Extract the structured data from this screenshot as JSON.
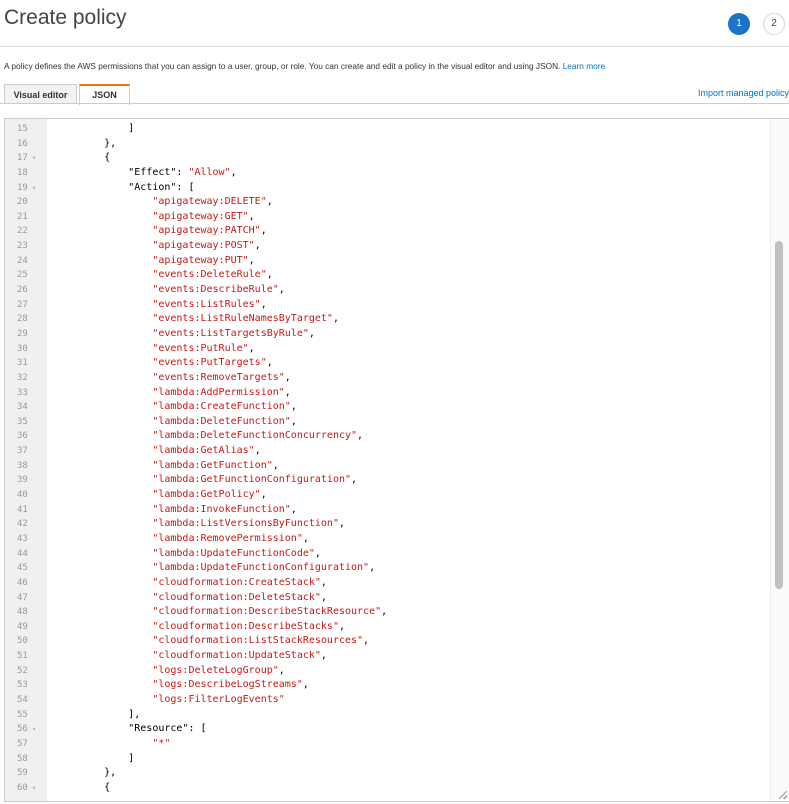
{
  "header": {
    "title": "Create policy",
    "steps": [
      "1",
      "2"
    ]
  },
  "description": {
    "text": "A policy defines the AWS permissions that you can assign to a user, group, or role. You can create and edit a policy in the visual editor and using JSON.",
    "learn_more": "Learn more"
  },
  "tabs": {
    "visual_editor": "Visual editor",
    "json": "JSON",
    "active": "JSON"
  },
  "import_link": "Import managed policy",
  "colors": {
    "accent": "#1a73c8",
    "tab_active": "#e47911",
    "string": "#c41a16",
    "link": "#0073bb"
  },
  "editor": {
    "lines": [
      {
        "num": "15",
        "fold": false,
        "code": "            ]"
      },
      {
        "num": "16",
        "fold": false,
        "code": "        },"
      },
      {
        "num": "17",
        "fold": true,
        "code": "        {"
      },
      {
        "num": "18",
        "fold": false,
        "code": "            \"Effect\": ",
        "str": "\"Allow\"",
        "tail": ","
      },
      {
        "num": "19",
        "fold": true,
        "code": "            \"Action\": ["
      },
      {
        "num": "20",
        "fold": false,
        "code": "                ",
        "str": "\"apigateway:DELETE\"",
        "tail": ","
      },
      {
        "num": "21",
        "fold": false,
        "code": "                ",
        "str": "\"apigateway:GET\"",
        "tail": ","
      },
      {
        "num": "22",
        "fold": false,
        "code": "                ",
        "str": "\"apigateway:PATCH\"",
        "tail": ","
      },
      {
        "num": "23",
        "fold": false,
        "code": "                ",
        "str": "\"apigateway:POST\"",
        "tail": ","
      },
      {
        "num": "24",
        "fold": false,
        "code": "                ",
        "str": "\"apigateway:PUT\"",
        "tail": ","
      },
      {
        "num": "25",
        "fold": false,
        "code": "                ",
        "str": "\"events:DeleteRule\"",
        "tail": ","
      },
      {
        "num": "26",
        "fold": false,
        "code": "                ",
        "str": "\"events:DescribeRule\"",
        "tail": ","
      },
      {
        "num": "27",
        "fold": false,
        "code": "                ",
        "str": "\"events:ListRules\"",
        "tail": ","
      },
      {
        "num": "28",
        "fold": false,
        "code": "                ",
        "str": "\"events:ListRuleNamesByTarget\"",
        "tail": ","
      },
      {
        "num": "29",
        "fold": false,
        "code": "                ",
        "str": "\"events:ListTargetsByRule\"",
        "tail": ","
      },
      {
        "num": "30",
        "fold": false,
        "code": "                ",
        "str": "\"events:PutRule\"",
        "tail": ","
      },
      {
        "num": "31",
        "fold": false,
        "code": "                ",
        "str": "\"events:PutTargets\"",
        "tail": ","
      },
      {
        "num": "32",
        "fold": false,
        "code": "                ",
        "str": "\"events:RemoveTargets\"",
        "tail": ","
      },
      {
        "num": "33",
        "fold": false,
        "code": "                ",
        "str": "\"lambda:AddPermission\"",
        "tail": ","
      },
      {
        "num": "34",
        "fold": false,
        "code": "                ",
        "str": "\"lambda:CreateFunction\"",
        "tail": ","
      },
      {
        "num": "35",
        "fold": false,
        "code": "                ",
        "str": "\"lambda:DeleteFunction\"",
        "tail": ","
      },
      {
        "num": "36",
        "fold": false,
        "code": "                ",
        "str": "\"lambda:DeleteFunctionConcurrency\"",
        "tail": ","
      },
      {
        "num": "37",
        "fold": false,
        "code": "                ",
        "str": "\"lambda:GetAlias\"",
        "tail": ","
      },
      {
        "num": "38",
        "fold": false,
        "code": "                ",
        "str": "\"lambda:GetFunction\"",
        "tail": ","
      },
      {
        "num": "39",
        "fold": false,
        "code": "                ",
        "str": "\"lambda:GetFunctionConfiguration\"",
        "tail": ","
      },
      {
        "num": "40",
        "fold": false,
        "code": "                ",
        "str": "\"lambda:GetPolicy\"",
        "tail": ","
      },
      {
        "num": "41",
        "fold": false,
        "code": "                ",
        "str": "\"lambda:InvokeFunction\"",
        "tail": ","
      },
      {
        "num": "42",
        "fold": false,
        "code": "                ",
        "str": "\"lambda:ListVersionsByFunction\"",
        "tail": ","
      },
      {
        "num": "43",
        "fold": false,
        "code": "                ",
        "str": "\"lambda:RemovePermission\"",
        "tail": ","
      },
      {
        "num": "44",
        "fold": false,
        "code": "                ",
        "str": "\"lambda:UpdateFunctionCode\"",
        "tail": ","
      },
      {
        "num": "45",
        "fold": false,
        "code": "                ",
        "str": "\"lambda:UpdateFunctionConfiguration\"",
        "tail": ","
      },
      {
        "num": "46",
        "fold": false,
        "code": "                ",
        "str": "\"cloudformation:CreateStack\"",
        "tail": ","
      },
      {
        "num": "47",
        "fold": false,
        "code": "                ",
        "str": "\"cloudformation:DeleteStack\"",
        "tail": ","
      },
      {
        "num": "48",
        "fold": false,
        "code": "                ",
        "str": "\"cloudformation:DescribeStackResource\"",
        "tail": ","
      },
      {
        "num": "49",
        "fold": false,
        "code": "                ",
        "str": "\"cloudformation:DescribeStacks\"",
        "tail": ","
      },
      {
        "num": "50",
        "fold": false,
        "code": "                ",
        "str": "\"cloudformation:ListStackResources\"",
        "tail": ","
      },
      {
        "num": "51",
        "fold": false,
        "code": "                ",
        "str": "\"cloudformation:UpdateStack\"",
        "tail": ","
      },
      {
        "num": "52",
        "fold": false,
        "code": "                ",
        "str": "\"logs:DeleteLogGroup\"",
        "tail": ","
      },
      {
        "num": "53",
        "fold": false,
        "code": "                ",
        "str": "\"logs:DescribeLogStreams\"",
        "tail": ","
      },
      {
        "num": "54",
        "fold": false,
        "code": "                ",
        "str": "\"logs:FilterLogEvents\"",
        "tail": ""
      },
      {
        "num": "55",
        "fold": false,
        "code": "            ],"
      },
      {
        "num": "56",
        "fold": true,
        "code": "            \"Resource\": ["
      },
      {
        "num": "57",
        "fold": false,
        "code": "                ",
        "str": "\"*\"",
        "tail": ""
      },
      {
        "num": "58",
        "fold": false,
        "code": "            ]"
      },
      {
        "num": "59",
        "fold": false,
        "code": "        },"
      },
      {
        "num": "60",
        "fold": true,
        "code": "        {"
      }
    ]
  }
}
